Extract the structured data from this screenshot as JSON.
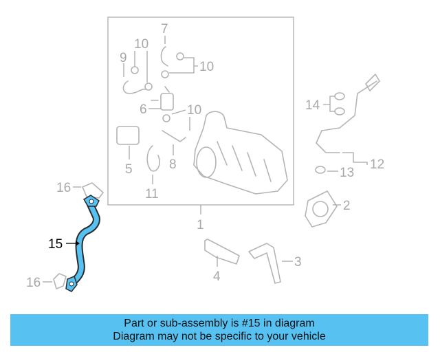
{
  "callouts": {
    "c1": "1",
    "c2": "2",
    "c3": "3",
    "c4": "4",
    "c5": "5",
    "c6": "6",
    "c7": "7",
    "c8": "8",
    "c9": "9",
    "c10a": "10",
    "c10b": "10",
    "c10c": "10",
    "c11": "11",
    "c12": "12",
    "c13": "13",
    "c14": "14",
    "c15": "15",
    "c16a": "16",
    "c16b": "16"
  },
  "highlight": {
    "part_number": "15",
    "color": "#57c1f2"
  },
  "banner": {
    "line1": "Part or sub-assembly is #15 in diagram",
    "line2": "Diagram may not be specific to your vehicle",
    "color": "#57c1f2"
  }
}
